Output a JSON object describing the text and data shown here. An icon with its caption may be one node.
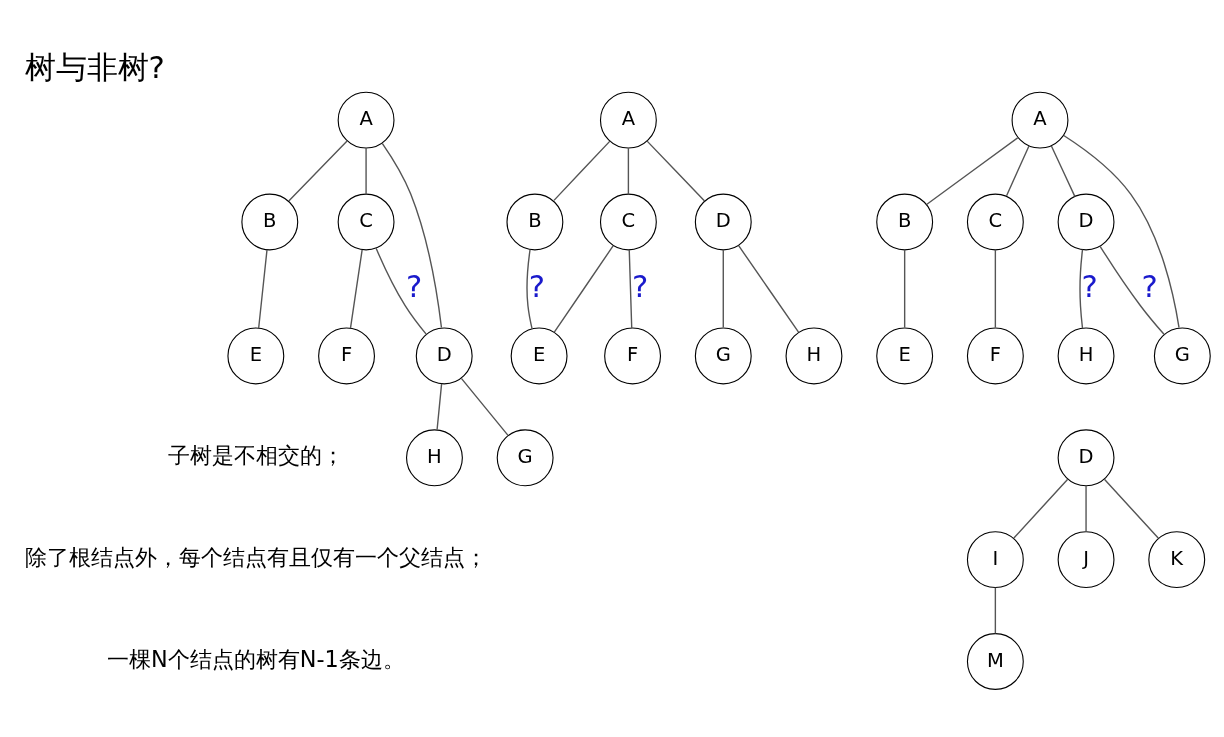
{
  "diagram": {
    "title": "树与非树?",
    "nodes": [
      {
        "text": [
          "A"
        ]
      },
      {
        "text": [
          "B"
        ]
      },
      {
        "text": [
          "C"
        ]
      },
      {
        "text": [
          "D"
        ]
      },
      {
        "text": [
          "E"
        ]
      },
      {
        "text": [
          "F"
        ]
      },
      {
        "text": [
          "G"
        ]
      },
      {
        "text": [
          "H"
        ]
      },
      {
        "text": [
          "A"
        ]
      },
      {
        "text": [
          "B"
        ]
      },
      {
        "text": [
          "C"
        ]
      },
      {
        "text": [
          "D"
        ]
      },
      {
        "text": [
          "E"
        ]
      },
      {
        "text": [
          "F"
        ]
      },
      {
        "text": [
          "G"
        ]
      },
      {
        "text": [
          "H"
        ]
      },
      {
        "text": [
          "A"
        ]
      },
      {
        "text": [
          "B"
        ]
      },
      {
        "text": [
          "C"
        ]
      },
      {
        "text": [
          "D"
        ]
      },
      {
        "text": [
          "E"
        ]
      },
      {
        "text": [
          "F"
        ]
      },
      {
        "text": [
          "G"
        ]
      },
      {
        "text": [
          "H"
        ]
      },
      {
        "text": [
          "D"
        ]
      },
      {
        "text": [
          "I"
        ]
      },
      {
        "text": [
          "J"
        ]
      },
      {
        "text": [
          "K"
        ]
      },
      {
        "text": [
          "M"
        ]
      }
    ],
    "edges": [
      {
        "from": 0,
        "to": 1,
        "arrow": "none"
      },
      {
        "from": 0,
        "to": 2,
        "arrow": "none"
      },
      {
        "from": 0,
        "to": 3,
        "arrow": "none"
      },
      {
        "from": 1,
        "to": 4,
        "arrow": "none"
      },
      {
        "from": 2,
        "to": 5,
        "arrow": "none"
      },
      {
        "from": 2,
        "to": 3,
        "arrow": "none",
        "label": "?"
      },
      {
        "from": 3,
        "to": 6,
        "arrow": "none"
      },
      {
        "from": 3,
        "to": 7,
        "arrow": "none"
      },
      {
        "from": 8,
        "to": 9,
        "arrow": "none"
      },
      {
        "from": 8,
        "to": 10,
        "arrow": "none"
      },
      {
        "from": 8,
        "to": 11,
        "arrow": "none"
      },
      {
        "from": 9,
        "to": 12,
        "arrow": "none",
        "label": "?"
      },
      {
        "from": 10,
        "to": 12,
        "arrow": "none"
      },
      {
        "from": 10,
        "to": 13,
        "arrow": "none",
        "label": "?"
      },
      {
        "from": 11,
        "to": 14,
        "arrow": "none"
      },
      {
        "from": 11,
        "to": 15,
        "arrow": "none"
      },
      {
        "from": 16,
        "to": 17,
        "arrow": "none"
      },
      {
        "from": 16,
        "to": 18,
        "arrow": "none"
      },
      {
        "from": 16,
        "to": 22,
        "arrow": "none"
      },
      {
        "from": 16,
        "to": 19,
        "arrow": "none"
      },
      {
        "from": 17,
        "to": 20,
        "arrow": "none"
      },
      {
        "from": 18,
        "to": 21,
        "arrow": "none"
      },
      {
        "from": 19,
        "to": 22,
        "arrow": "none",
        "label": "?"
      },
      {
        "from": 19,
        "to": 23,
        "arrow": "none",
        "label": "?"
      },
      {
        "from": 24,
        "to": 25,
        "arrow": "none"
      },
      {
        "from": 24,
        "to": 26,
        "arrow": "none"
      },
      {
        "from": 24,
        "to": 27,
        "arrow": "none"
      },
      {
        "from": 25,
        "to": 28,
        "arrow": "none"
      }
    ],
    "labels": [
      "子树是不相交的；",
      "除了根结点外，每个结点有且仅有一个父结点；",
      "一棵N个结点的树有N-1条边。"
    ]
  }
}
